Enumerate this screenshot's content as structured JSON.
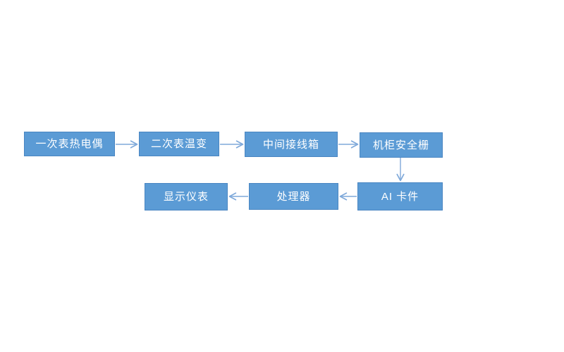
{
  "diagram": {
    "type": "flowchart",
    "colors": {
      "node_fill": "#5B9BD5",
      "node_border": "#4A86C2",
      "arrow": "#7FA9DA",
      "node_text": "#FFFFFF",
      "background": "#FFFFFF"
    },
    "nodes": [
      {
        "id": "primary-thermocouple",
        "label": "一次表热电偶"
      },
      {
        "id": "secondary-transmitter",
        "label": "二次表温变"
      },
      {
        "id": "junction-box",
        "label": "中间接线箱"
      },
      {
        "id": "safety-barrier",
        "label": "机柜安全栅"
      },
      {
        "id": "display-instrument",
        "label": "显示仪表"
      },
      {
        "id": "processor",
        "label": "处理器"
      },
      {
        "id": "ai-card",
        "label": "AI 卡件"
      }
    ],
    "edges": [
      {
        "from": "一次表热电偶",
        "to": "二次表温变",
        "direction": "right"
      },
      {
        "from": "二次表温变",
        "to": "中间接线箱",
        "direction": "right"
      },
      {
        "from": "中间接线箱",
        "to": "机柜安全栅",
        "direction": "right"
      },
      {
        "from": "机柜安全栅",
        "to": "AI 卡件",
        "direction": "down"
      },
      {
        "from": "AI 卡件",
        "to": "处理器",
        "direction": "left"
      },
      {
        "from": "处理器",
        "to": "显示仪表",
        "direction": "left"
      }
    ]
  }
}
